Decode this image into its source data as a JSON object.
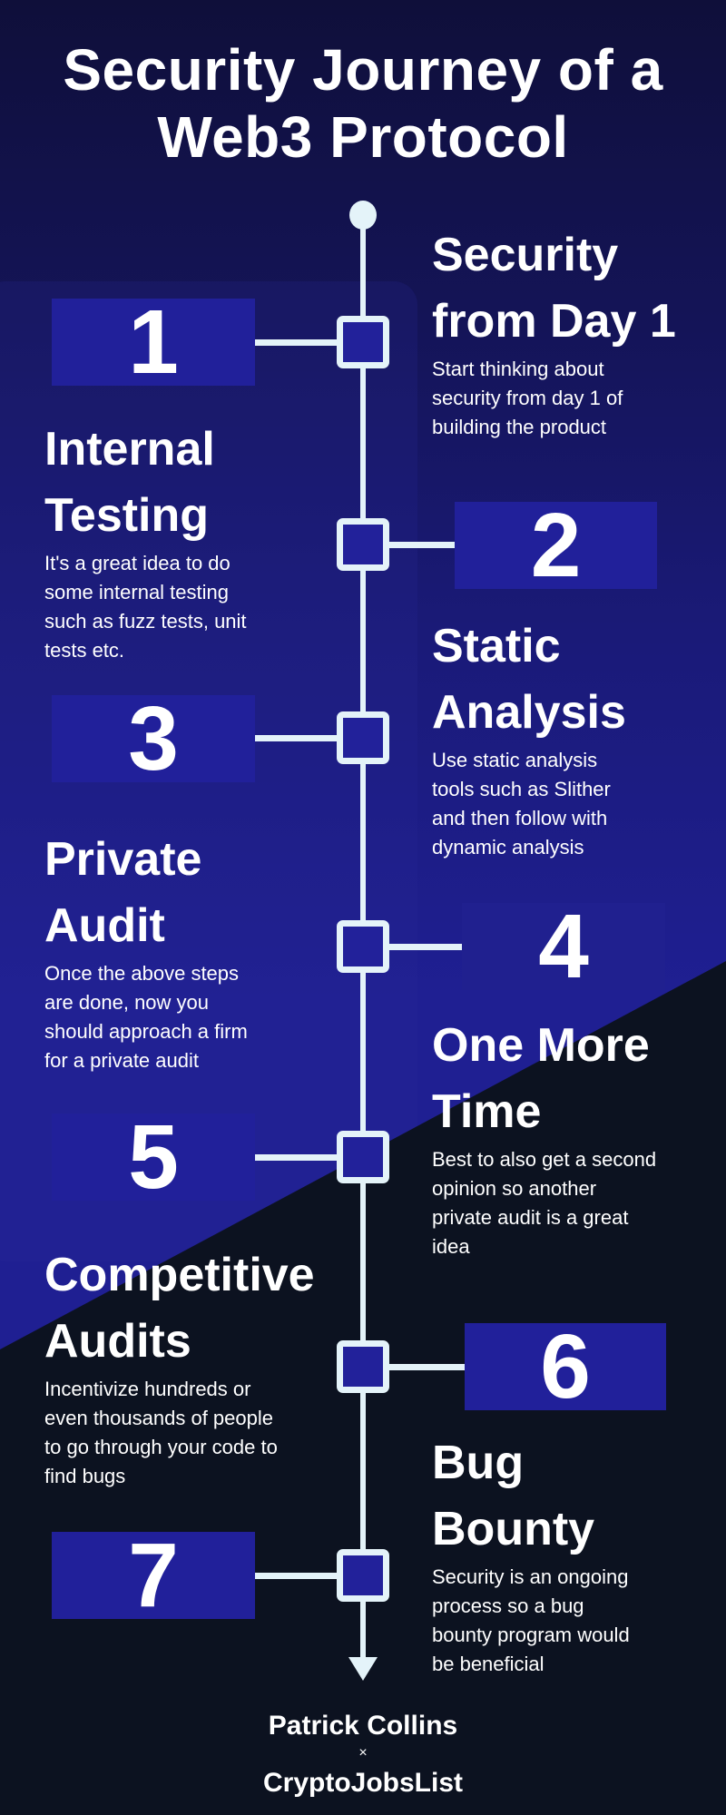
{
  "title": [
    "Security Journey of a",
    "Web3 Protocol"
  ],
  "steps": [
    {
      "number": "1",
      "heading": [
        "Security",
        "from Day 1"
      ],
      "body": [
        "Start thinking about",
        "security from day 1 of",
        "building the product"
      ]
    },
    {
      "number": "2",
      "heading": [
        "Internal",
        "Testing"
      ],
      "body": [
        "It's a great idea to do",
        "some internal testing",
        "such as fuzz tests, unit",
        "tests etc."
      ]
    },
    {
      "number": "3",
      "heading": [
        "Static",
        "Analysis"
      ],
      "body": [
        "Use static analysis",
        "tools such as Slither",
        "and then follow with",
        "dynamic analysis"
      ]
    },
    {
      "number": "4",
      "heading": [
        "Private",
        "Audit"
      ],
      "body": [
        "Once the above steps",
        "are done, now you",
        "should approach a firm",
        "for a private audit"
      ]
    },
    {
      "number": "5",
      "heading": [
        "One More",
        "Time"
      ],
      "body": [
        "Best to also get a second",
        "opinion so another",
        "private audit is a great",
        "idea"
      ]
    },
    {
      "number": "6",
      "heading": [
        "Competitive",
        "Audits"
      ],
      "body": [
        "Incentivize hundreds or",
        "even thousands of people",
        "to go through your code to",
        "find bugs"
      ]
    },
    {
      "number": "7",
      "heading": [
        "Bug",
        "Bounty"
      ],
      "body": [
        "Security is an ongoing",
        "process so a bug",
        "bounty program would",
        "be beneficial"
      ]
    }
  ],
  "footer": {
    "author": "Patrick Collins",
    "separator": "×",
    "brand": "CryptoJobsList"
  },
  "colors": {
    "accent": "#21209a",
    "line": "#e4f3f9",
    "dark": "#0c1220"
  }
}
